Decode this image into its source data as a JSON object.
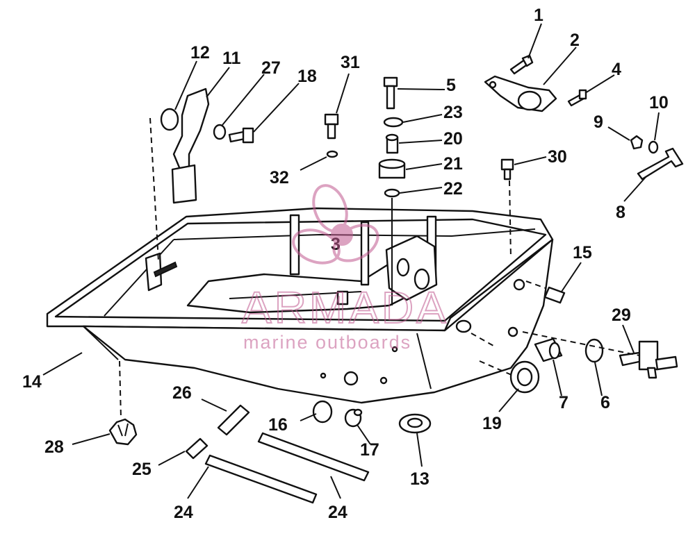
{
  "callouts": {
    "c1": "1",
    "c2": "2",
    "c3": "3",
    "c4": "4",
    "c5": "5",
    "c6": "6",
    "c7": "7",
    "c8": "8",
    "c9": "9",
    "c10": "10",
    "c11": "11",
    "c12": "12",
    "c13": "13",
    "c14": "14",
    "c15": "15",
    "c16": "16",
    "c17": "17",
    "c18": "18",
    "c19": "19",
    "c20": "20",
    "c21": "21",
    "c22": "22",
    "c23": "23",
    "c24a": "24",
    "c24b": "24",
    "c25": "25",
    "c26": "26",
    "c27": "27",
    "c28": "28",
    "c29": "29",
    "c30": "30",
    "c31": "31",
    "c32": "32"
  },
  "watermark": {
    "brand": "ARMADA",
    "tagline": "marine outboards",
    "color": "#c0588f"
  }
}
